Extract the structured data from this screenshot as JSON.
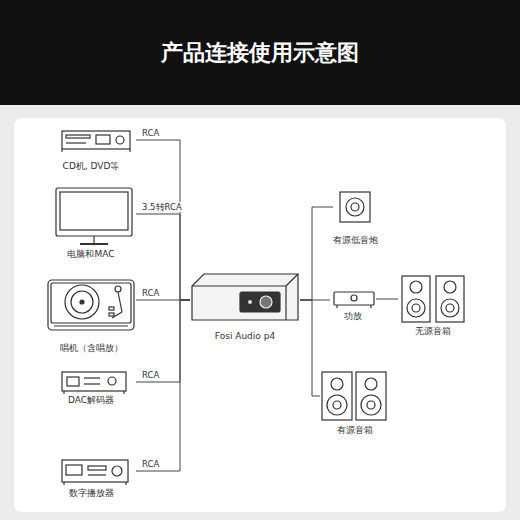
{
  "diagram": {
    "title": "产品连接使用示意图",
    "nodes": [
      {
        "text": [
          "CD机, DVD等"
        ]
      },
      {
        "text": [
          "电脑和MAC"
        ]
      },
      {
        "text": [
          "唱机（含唱放）"
        ]
      },
      {
        "text": [
          "DAC解码器"
        ]
      },
      {
        "text": [
          "数字播放器"
        ]
      },
      {
        "text": [
          "Fosi Audio p4"
        ]
      },
      {
        "text": [
          "有源低音炮"
        ]
      },
      {
        "text": [
          "功放"
        ]
      },
      {
        "text": [
          "无源音箱"
        ]
      },
      {
        "text": [
          "有源音箱"
        ]
      }
    ],
    "edges": [
      {
        "from": 0,
        "to": 5,
        "label": "RCA",
        "arrow": "none"
      },
      {
        "from": 1,
        "to": 5,
        "label": "3.5转RCA",
        "arrow": "none"
      },
      {
        "from": 2,
        "to": 5,
        "label": "RCA",
        "arrow": "none"
      },
      {
        "from": 3,
        "to": 5,
        "label": "RCA",
        "arrow": "none"
      },
      {
        "from": 4,
        "to": 5,
        "label": "RCA",
        "arrow": "none"
      },
      {
        "from": 5,
        "to": 6,
        "arrow": "none"
      },
      {
        "from": 5,
        "to": 7,
        "arrow": "none"
      },
      {
        "from": 7,
        "to": 8,
        "arrow": "none"
      },
      {
        "from": 5,
        "to": 9,
        "arrow": "none"
      }
    ]
  }
}
